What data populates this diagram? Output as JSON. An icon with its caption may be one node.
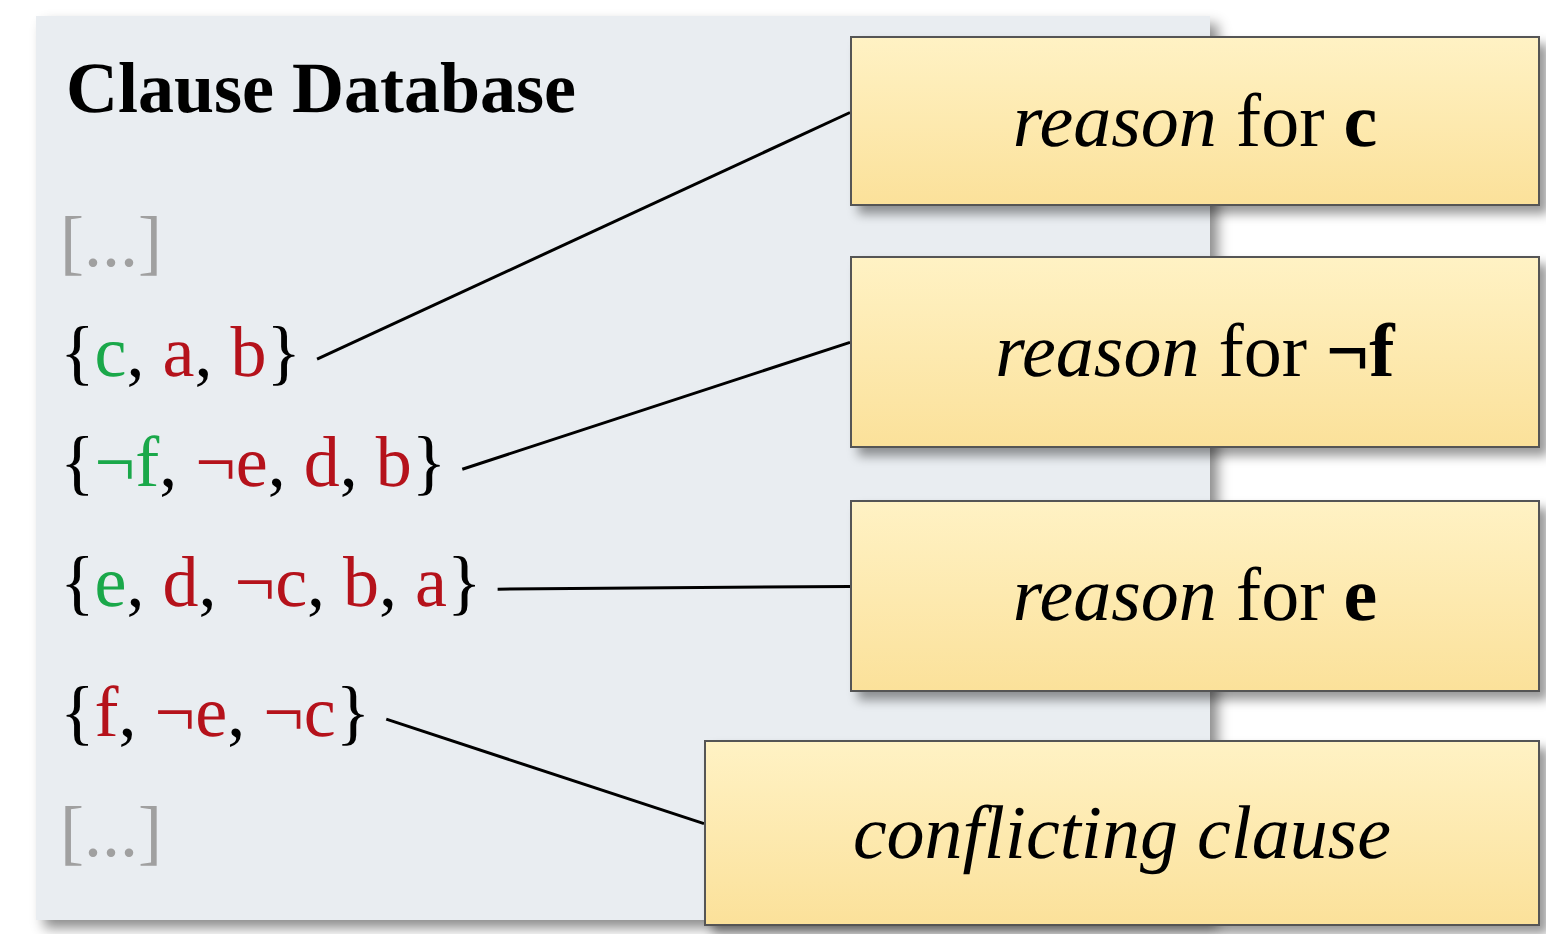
{
  "diagram": {
    "nodes": [
      {
        "text": [
          "Clause Database"
        ]
      },
      {
        "text": [
          "{c, a, b}"
        ],
        "in": 0
      },
      {
        "text": [
          "{¬f, ¬e, d, b}"
        ],
        "in": 0
      },
      {
        "text": [
          "{e, d, ¬c, b, a}"
        ],
        "in": 0
      },
      {
        "text": [
          "{f, ¬e, ¬c}"
        ],
        "in": 0
      },
      {
        "text": [
          "*reason* for **c**"
        ]
      },
      {
        "text": [
          "*reason* for **¬f**"
        ]
      },
      {
        "text": [
          "*reason* for **e**"
        ]
      },
      {
        "text": [
          "conflicting clause"
        ]
      }
    ],
    "edges": [
      {
        "from": 1,
        "to": 5,
        "arrow": "none"
      },
      {
        "from": 2,
        "to": 6,
        "arrow": "none"
      },
      {
        "from": 3,
        "to": 7,
        "arrow": "none"
      },
      {
        "from": 4,
        "to": 8,
        "arrow": "none"
      }
    ],
    "labels": [
      "[...]",
      "[...]"
    ]
  }
}
